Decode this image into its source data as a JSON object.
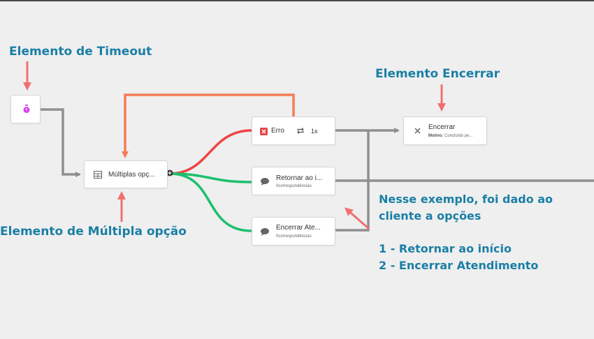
{
  "annotations": {
    "timeout_title": "Elemento de Timeout",
    "encerrar_title": "Elemento Encerrar",
    "multipla_title": "Elemento de Múltipla opção",
    "explanation_line1": "Nesse exemplo, foi dado ao",
    "explanation_line2": "cliente a opções",
    "option1": "1 - Retornar ao início",
    "option2": "2 - Encerrar Atendimento"
  },
  "nodes": {
    "multiplas": {
      "label": "Múltiplas opç..."
    },
    "erro": {
      "label": "Erro",
      "retry": "1x"
    },
    "retornar": {
      "label": "Retornar ao i...",
      "sub": "0correspondências"
    },
    "encerrar_atendimento": {
      "label": "Encerrar Ate...",
      "sub": "0correspondências"
    },
    "encerrar": {
      "label": "Encerrar",
      "motivo_label": "Motivo:",
      "motivo_value": "Concluído pe..."
    }
  },
  "colors": {
    "annotation_text": "#1a7fa5",
    "annotation_arrow": "#f07070",
    "connector_gray": "#8f8f8f",
    "connector_orange": "#f47d56",
    "connector_red": "#ef4444",
    "connector_green": "#1dbf6e",
    "background": "#efefef"
  },
  "icons": [
    "timer-icon",
    "table-icon",
    "error-icon",
    "retry-icon",
    "chat-icon",
    "close-icon",
    "connector-plus-icon"
  ]
}
